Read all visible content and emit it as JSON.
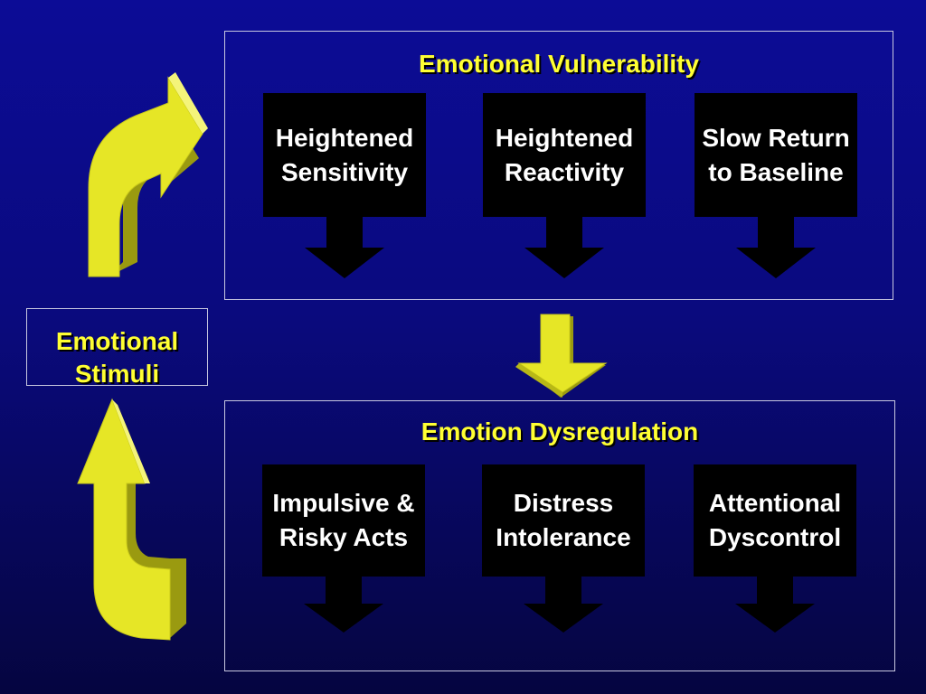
{
  "stimuli": {
    "line1": "Emotional",
    "line2": "Stimuli"
  },
  "vulnerability": {
    "title": "Emotional Vulnerability",
    "items": [
      {
        "line1": "Heightened",
        "line2": "Sensitivity"
      },
      {
        "line1": "Heightened",
        "line2": "Reactivity"
      },
      {
        "line1": "Slow Return",
        "line2": "to Baseline"
      }
    ]
  },
  "dysregulation": {
    "title": "Emotion Dysregulation",
    "items": [
      {
        "line1": "Impulsive &",
        "line2": "Risky Acts"
      },
      {
        "line1": "Distress",
        "line2": "Intolerance"
      },
      {
        "line1": "Attentional",
        "line2": "Dyscontrol"
      }
    ]
  },
  "colors": {
    "background": "#0a0a7e",
    "title_text": "#ffff33",
    "box_text": "#ffffff",
    "box_fill": "#000000",
    "arrow_yellow": "#dede1e",
    "panel_border": "#c8c8e0"
  },
  "icons": [
    "curved-arrow-up-right-icon",
    "curved-arrow-up-icon",
    "down-arrow-icon"
  ]
}
